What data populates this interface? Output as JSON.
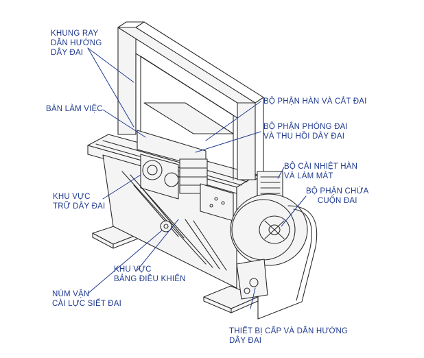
{
  "colors": {
    "label_text": "#1f3a8f",
    "leader_line": "#1f3a8f",
    "machine_outline": "#2a2a2a",
    "machine_fill": "#f4f4f4",
    "background": "#ffffff"
  },
  "labels": {
    "guide_frame": [
      "KHUNG RAY",
      "DẪN HƯỚNG",
      "DÂY ĐAI"
    ],
    "work_table": [
      "BÀN LÀM VIỆC"
    ],
    "strap_storage": [
      "KHU VỰC",
      "TRỮ DÂY ĐAI"
    ],
    "control_panel": [
      "KHU VỰC",
      "BẢNG ĐIỀU KHIỂN"
    ],
    "tension_knob": [
      "NÚM VẶN",
      "CÀI LỰC SIẾT ĐAI"
    ],
    "weld_cut": [
      "BỘ PHẬN HÀN VÀ CẮT ĐAI"
    ],
    "release_retract": [
      "BỘ PHẬN PHÓNG ĐAI",
      "VÀ THU HỒI DÂY ĐAI"
    ],
    "heat_cool": [
      "BỘ CÀI NHIỆT HÀN",
      "VÀ LÀM MÁT"
    ],
    "reel_holder": [
      "BỘ PHẬN CHỨA",
      "CUỘN ĐAI"
    ],
    "feed_guide": [
      "THIẾT BỊ CẤP VÀ DẪN HƯỚNG",
      "DÂY ĐAI"
    ]
  }
}
